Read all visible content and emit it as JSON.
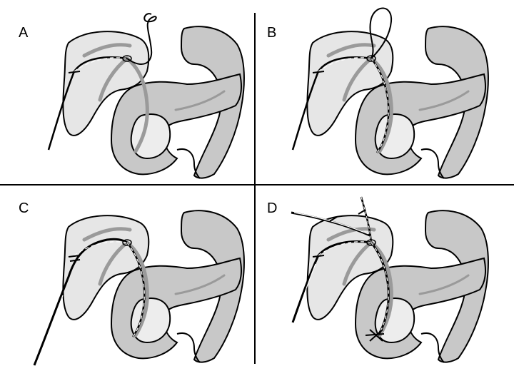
{
  "figure": {
    "panels": [
      {
        "label": "A"
      },
      {
        "label": "B"
      },
      {
        "label": "C"
      },
      {
        "label": "D"
      }
    ]
  },
  "colors": {
    "outline": "#000000",
    "liver_fill": "#e6e6e6",
    "stomach_fill": "#c8c8c8",
    "pancreas_fill": "#e2e2e2",
    "duct_gray": "#9a9a9a",
    "divider": "#000000"
  }
}
